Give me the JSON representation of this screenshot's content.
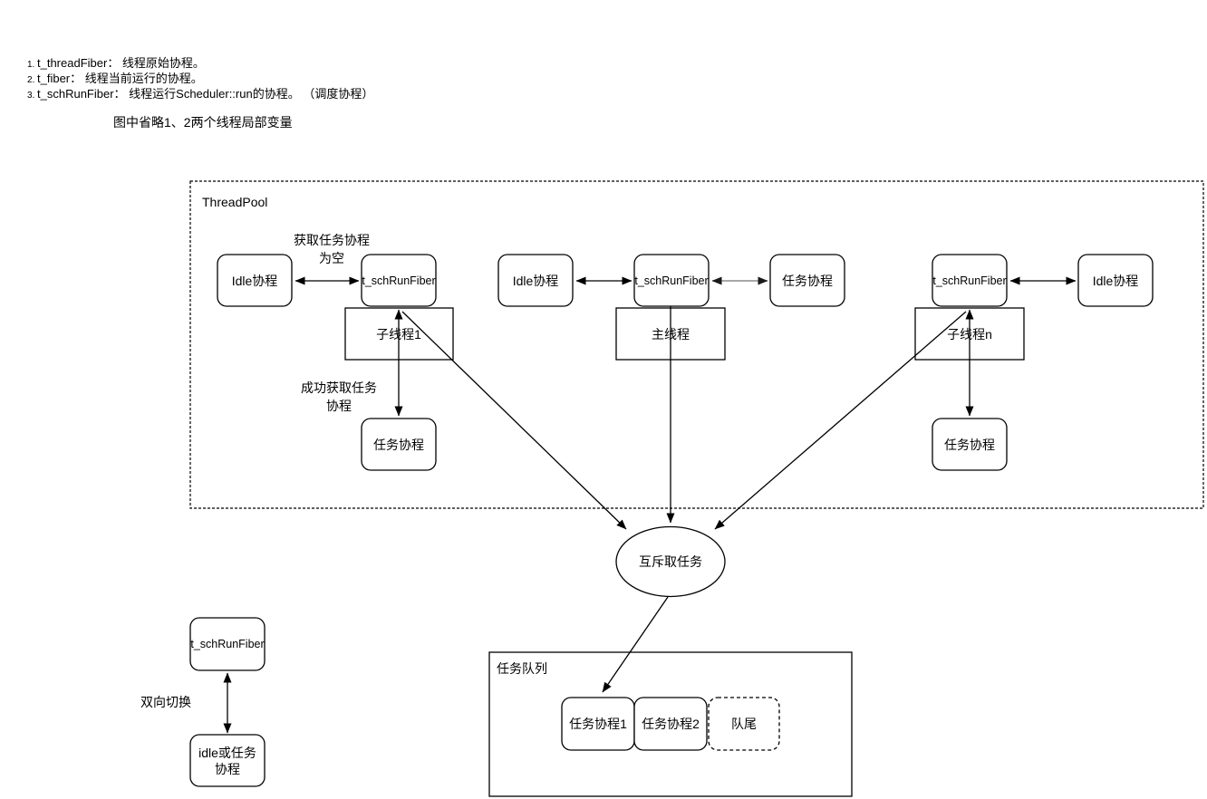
{
  "notes": {
    "items": [
      {
        "num": "1.",
        "text": "t_threadFiber： 线程原始协程。"
      },
      {
        "num": "2.",
        "text": "t_fiber： 线程当前运行的协程。"
      },
      {
        "num": "3.",
        "text": "t_schRunFiber： 线程运行Scheduler::run的协程。 （调度协程）"
      }
    ],
    "caption": "图中省略1、2两个线程局部变量"
  },
  "thread_pool": {
    "label": "ThreadPool",
    "edge_labels": {
      "fetch_empty": [
        "获取任务协程",
        "为空"
      ],
      "fetch_success": [
        "成功获取任务",
        "协程"
      ]
    },
    "threads": [
      {
        "label": "子线程1",
        "idle": "Idle协程",
        "sch": "t_schRunFiber",
        "task": "任务协程"
      },
      {
        "label": "主线程",
        "idle": "Idle协程",
        "sch": "t_schRunFiber",
        "task": "任务协程"
      },
      {
        "label": "子线程n",
        "sch": "t_schRunFiber",
        "idle": "Idle协程",
        "task": "任务协程"
      }
    ]
  },
  "mutex": {
    "label": "互斥取任务"
  },
  "task_queue": {
    "label": "任务队列",
    "items": [
      "任务协程1",
      "任务协程2",
      "队尾"
    ]
  },
  "switch_demo": {
    "sch": "t_schRunFiber",
    "target": [
      "idle或任务",
      "协程"
    ],
    "edge_label": "双向切换"
  },
  "colors": {
    "stroke": "#000000",
    "gray_connector": "#8c8c8c",
    "background": "#ffffff"
  }
}
